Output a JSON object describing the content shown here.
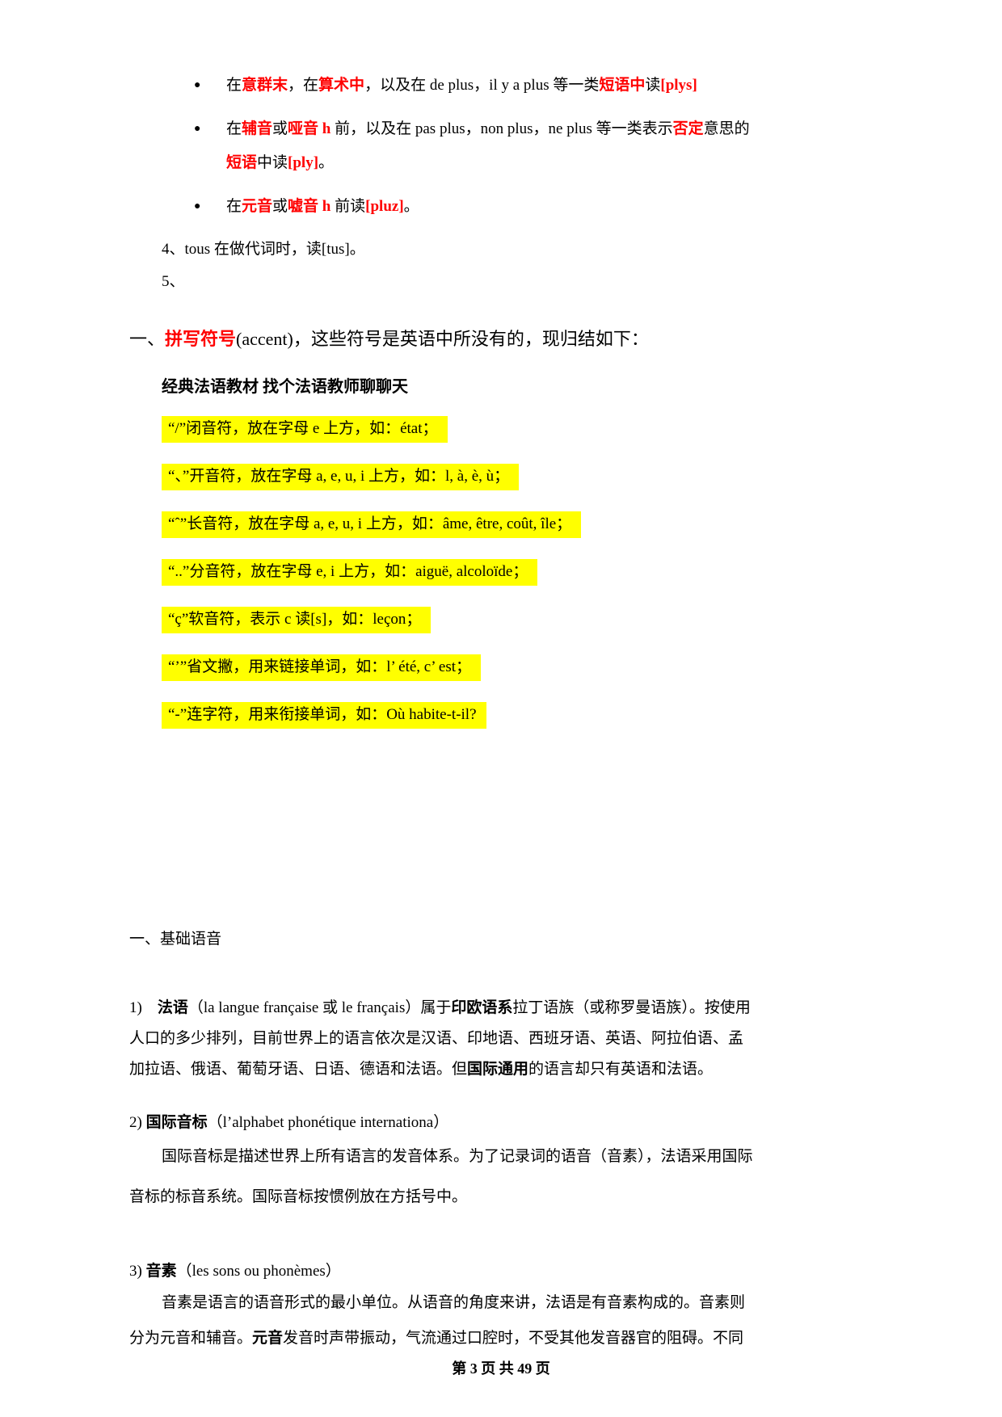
{
  "colors": {
    "highlight": "#ffff00",
    "accent_red": "#ff0000"
  },
  "bullet_glyph": "●",
  "bullets": [
    {
      "lines": [
        [
          {
            "t": "在"
          },
          {
            "t": "意群末",
            "c": "r"
          },
          {
            "t": "，在"
          },
          {
            "t": "算术中",
            "c": "r"
          },
          {
            "t": "，以及在 de plus，il y a plus 等一类"
          },
          {
            "t": "短语中",
            "c": "r"
          },
          {
            "t": "读"
          },
          {
            "t": "[plys]",
            "c": "r"
          }
        ]
      ]
    },
    {
      "lines": [
        [
          {
            "t": "在"
          },
          {
            "t": "辅音",
            "c": "r"
          },
          {
            "t": "或"
          },
          {
            "t": "哑音 h",
            "c": "r"
          },
          {
            "t": " 前，以及在 pas plus，non plus，ne plus 等一类表示"
          },
          {
            "t": "否定",
            "c": "r"
          },
          {
            "t": "意思的"
          }
        ],
        [
          {
            "t": "短语",
            "c": "r"
          },
          {
            "t": "中读"
          },
          {
            "t": "[ply]",
            "c": "r"
          },
          {
            "t": "。"
          }
        ]
      ]
    },
    {
      "lines": [
        [
          {
            "t": "在"
          },
          {
            "t": "元音",
            "c": "r"
          },
          {
            "t": "或"
          },
          {
            "t": "嘘音 h",
            "c": "r"
          },
          {
            "t": " 前读"
          },
          {
            "t": "[pluz]",
            "c": "r"
          },
          {
            "t": "。"
          }
        ]
      ]
    }
  ],
  "numbered_items": [
    {
      "segments": [
        {
          "t": "4、tous 在做代词时，读[tus]。"
        }
      ]
    },
    {
      "segments": [
        {
          "t": "5、"
        }
      ]
    }
  ],
  "accent_section": {
    "heading": [
      {
        "t": "一、"
      },
      {
        "t": "拼写符号",
        "c": "r"
      },
      {
        "t": "(accent)，这些符号是英语中所没有的，现归结如下："
      }
    ],
    "subheading": "经典法语教材 找个法语教师聊聊天",
    "highlights": [
      "“/”闭音符，放在字母 e 上方，如：état；",
      "“、”开音符，放在字母 a, e, u, i 上方，如：l, à, è, ù；",
      "“ˆ”长音符，放在字母 a, e, u, i 上方，如：âme, être, coût, île；",
      "“..”分音符，放在字母 e, i 上方，如：aiguë, alcoloïde；",
      "“ç”软音符，表示 c 读[s]，如：leçon；",
      "“’”省文撇，用来链接单词，如：l’ été, c’ est；",
      "“-”连字符，用来衔接单词，如：Où habite-t-il?"
    ]
  },
  "phonetics_section": {
    "heading": "一、基础语音",
    "para1": {
      "line1": [
        {
          "t": "1)　"
        },
        {
          "t": "法语",
          "c": "b"
        },
        {
          "t": "（la langue française 或 le français）属于"
        },
        {
          "t": "印欧语系",
          "c": "b"
        },
        {
          "t": "拉丁语族（或称罗曼语族）。按使用"
        }
      ],
      "line2": [
        {
          "t": "人口的多少排列，目前世界上的语言依次是汉语、印地语、西班牙语、英语、阿拉伯语、孟"
        }
      ],
      "line3": [
        {
          "t": "加拉语、俄语、葡萄牙语、日语、德语和法语。但"
        },
        {
          "t": "国际通用",
          "c": "b"
        },
        {
          "t": "的语言却只有英语和法语。"
        }
      ]
    },
    "para2": {
      "head": [
        {
          "t": "2) "
        },
        {
          "t": "国际音标",
          "c": "b"
        },
        {
          "t": "（l’alphabet phonétique internationa）"
        }
      ],
      "line1": [
        {
          "t": "国际音标是描述世界上所有语言的发音体系。为了记录词的语音（音素），法语采用国际"
        }
      ],
      "line2": [
        {
          "t": "音标的标音系统。国际音标按惯例放在方括号中。"
        }
      ]
    },
    "para3": {
      "head": [
        {
          "t": "3) "
        },
        {
          "t": "音素",
          "c": "b"
        },
        {
          "t": "（les sons ou phonèmes）"
        }
      ],
      "line1": [
        {
          "t": "音素是语言的语音形式的最小单位。从语音的角度来讲，法语是有音素构成的。音素则"
        }
      ],
      "line2": [
        {
          "t": "分为元音和辅音。"
        },
        {
          "t": "元音",
          "c": "b"
        },
        {
          "t": "发音时声带振动，气流通过口腔时，不受其他发音器官的阻碍。不同"
        }
      ]
    }
  },
  "footer": "第 3 页 共 49 页"
}
